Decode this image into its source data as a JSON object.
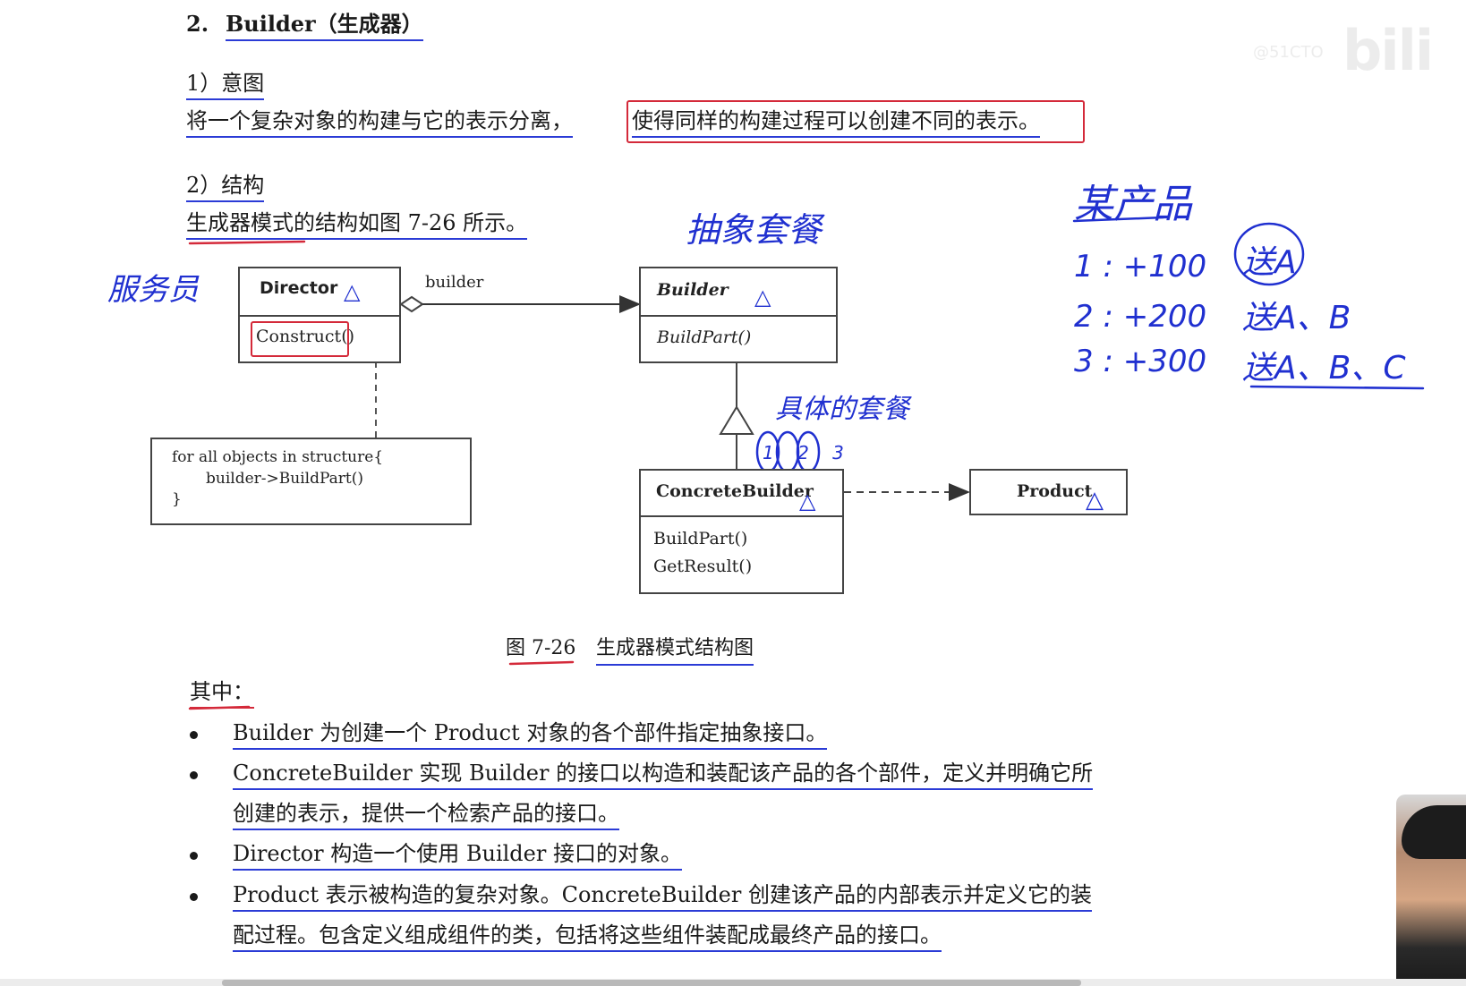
{
  "watermark": {
    "logo": "bili",
    "sub": "@51CTO"
  },
  "heading": {
    "num": "2.",
    "title": "Builder（生成器）"
  },
  "intent": {
    "label": "1）意图",
    "text_a": "将一个复杂对象的构建与它的表示分离，",
    "text_b": "使得同样的构建过程可以创建不同的表示。"
  },
  "structure": {
    "label": "2）结构",
    "text": "生成器模式的结构如图 7-26 所示。"
  },
  "diagram": {
    "director": {
      "name": "Director",
      "method": "Construct()"
    },
    "assoc_label": "builder",
    "builder": {
      "name": "Builder",
      "method": "BuildPart()"
    },
    "note": {
      "line1": "for all objects in structure{",
      "line2": "builder->BuildPart()",
      "line3": "}"
    },
    "concrete": {
      "name": "ConcreteBuilder",
      "method1": "BuildPart()",
      "method2": "GetResult()"
    },
    "product": {
      "name": "Product"
    },
    "caption_num": "图 7-26",
    "caption_text": "生成器模式结构图"
  },
  "handwriting": {
    "director_note": "服务员",
    "builder_note": "抽象套餐",
    "concrete_note": "具体的套餐",
    "numbers": "1 2 3",
    "product_title": "某产品",
    "row1": "1 : +100",
    "row2": "2 : +200",
    "row3": "3 : +300",
    "res1": "送A",
    "res2": "送A、B",
    "res3": "送A、B、C",
    "triangle": "△"
  },
  "list": {
    "label": "其中：",
    "items": [
      {
        "l1": "Builder 为创建一个 Product 对象的各个部件指定抽象接口。"
      },
      {
        "l1": "ConcreteBuilder 实现 Builder 的接口以构造和装配该产品的各个部件，定义并明确它所",
        "l2": "创建的表示，提供一个检索产品的接口。"
      },
      {
        "l1": "Director 构造一个使用 Builder 接口的对象。"
      },
      {
        "l1": "Product 表示被构造的复杂对象。ConcreteBuilder 创建该产品的内部表示并定义它的装",
        "l2": "配过程。包含定义组成组件的类，包括将这些组件装配成最终产品的接口。"
      }
    ]
  },
  "colors": {
    "pen_blue": "#2030d0",
    "pen_red": "#d42a3a",
    "ink": "#1a1a1a"
  }
}
